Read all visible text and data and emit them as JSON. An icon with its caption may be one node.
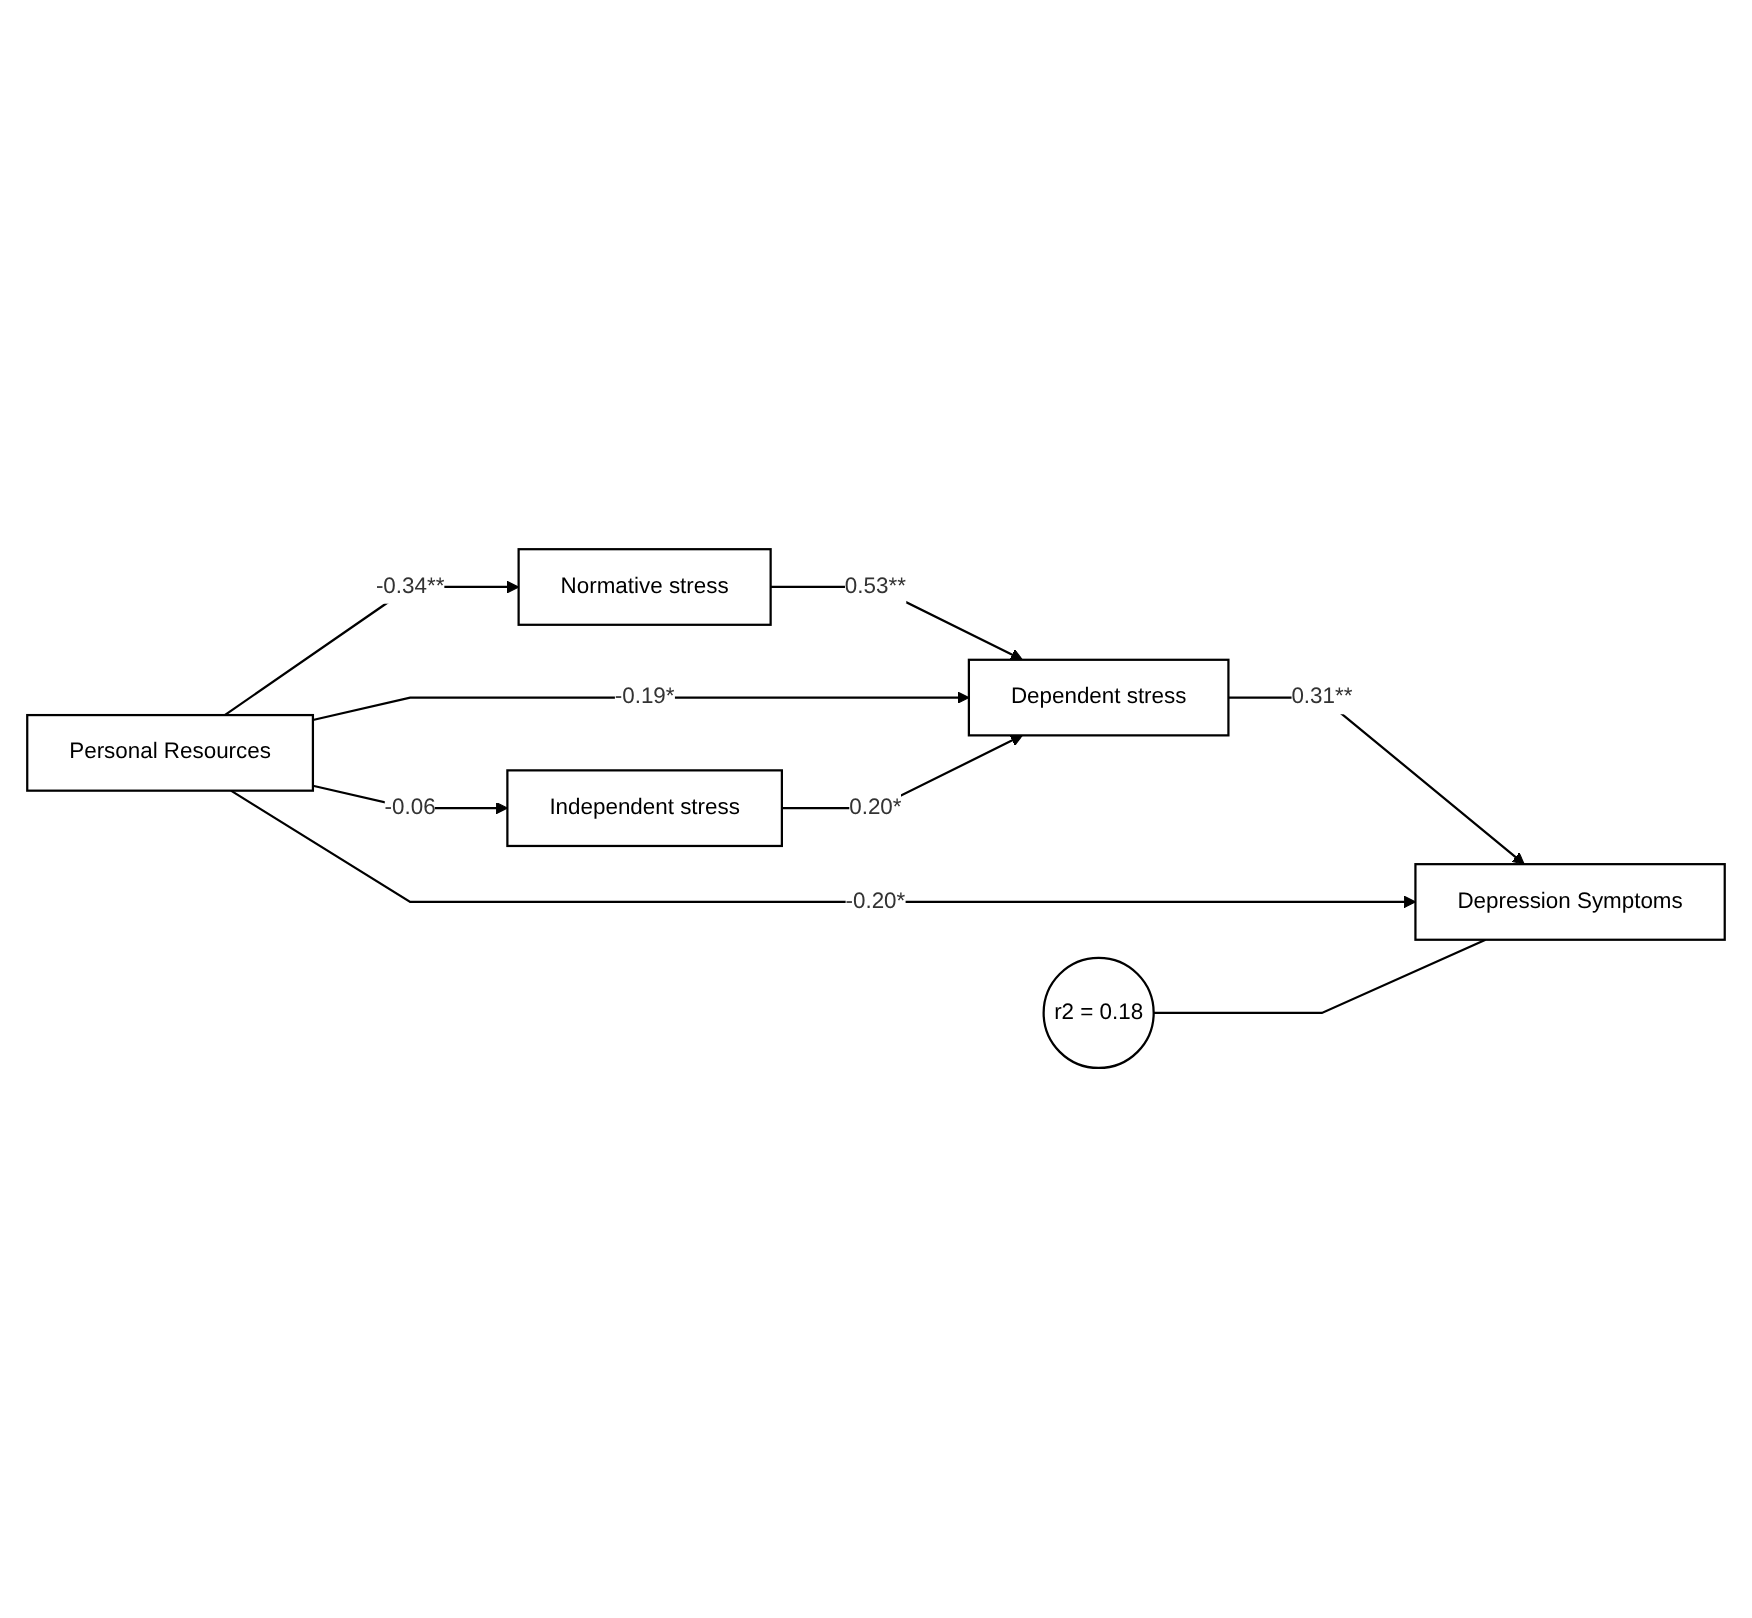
{
  "diagram": {
    "nodes": [
      {
        "text": [
          "Personal Resources"
        ]
      },
      {
        "text": [
          "Normative stress"
        ]
      },
      {
        "text": [
          "Dependent stress"
        ]
      },
      {
        "text": [
          "Independent stress"
        ]
      },
      {
        "text": [
          "Depression Symptoms"
        ]
      },
      {
        "text": [
          "r2 = 0.18"
        ]
      }
    ],
    "edges": [
      {
        "from": 0,
        "to": 1,
        "arrow": "to",
        "label": "-0.34**"
      },
      {
        "from": 1,
        "to": 2,
        "arrow": "to",
        "label": "0.53**"
      },
      {
        "from": 0,
        "to": 2,
        "arrow": "to",
        "label": "-0.19*"
      },
      {
        "from": 2,
        "to": 4,
        "arrow": "to",
        "label": "0.31**"
      },
      {
        "from": 0,
        "to": 4,
        "arrow": "to",
        "label": "-0.20*"
      },
      {
        "from": 0,
        "to": 3,
        "arrow": "to",
        "label": "-0.06"
      },
      {
        "from": 3,
        "to": 2,
        "arrow": "to",
        "label": "0.20*"
      },
      {
        "from": 5,
        "to": 4,
        "arrow": "none"
      }
    ]
  }
}
